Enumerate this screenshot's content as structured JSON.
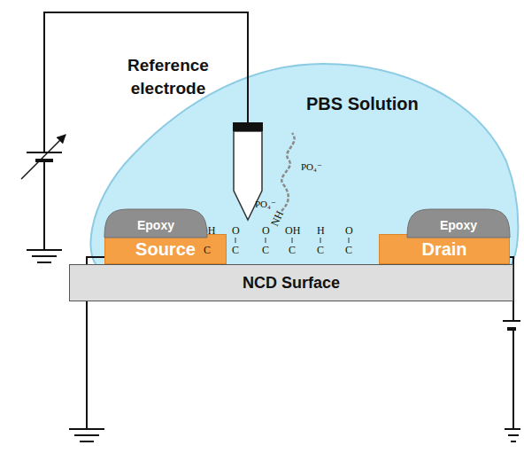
{
  "diagram": {
    "nodes": [
      {
        "text": [
          "PBS Solution"
        ]
      },
      {
        "text": [
          "Epoxy"
        ]
      },
      {
        "text": [
          "Source"
        ]
      },
      {
        "text": [
          "Epoxy"
        ]
      },
      {
        "text": [
          "Drain"
        ]
      },
      {
        "text": [
          "NCD Surface"
        ]
      }
    ],
    "labels": [
      "Reference electrode",
      "OH",
      "O",
      "O",
      "NH",
      "OH",
      "H",
      "O",
      "C",
      "C",
      "C",
      "C",
      "C",
      "C",
      "PO₄⁻",
      "PO₄⁻"
    ]
  }
}
